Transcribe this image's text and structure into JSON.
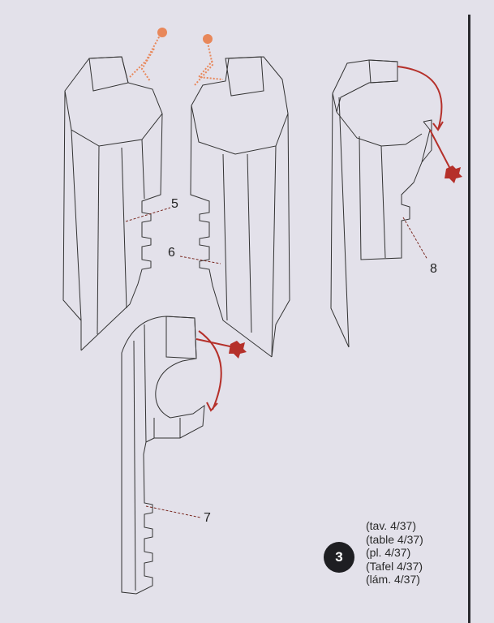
{
  "step_number": "3",
  "part_labels": [
    "5",
    "6",
    "7",
    "8"
  ],
  "references": [
    "(tav. 4/37)",
    "(table 4/37)",
    "(pl. 4/37)",
    "(Tafel 4/37)",
    "(lám. 4/37)"
  ],
  "colors": {
    "background": "#e3e1ea",
    "line": "#333333",
    "arrow": "#b5302a",
    "glue": "#e8875a",
    "badge": "#1e1e22"
  }
}
